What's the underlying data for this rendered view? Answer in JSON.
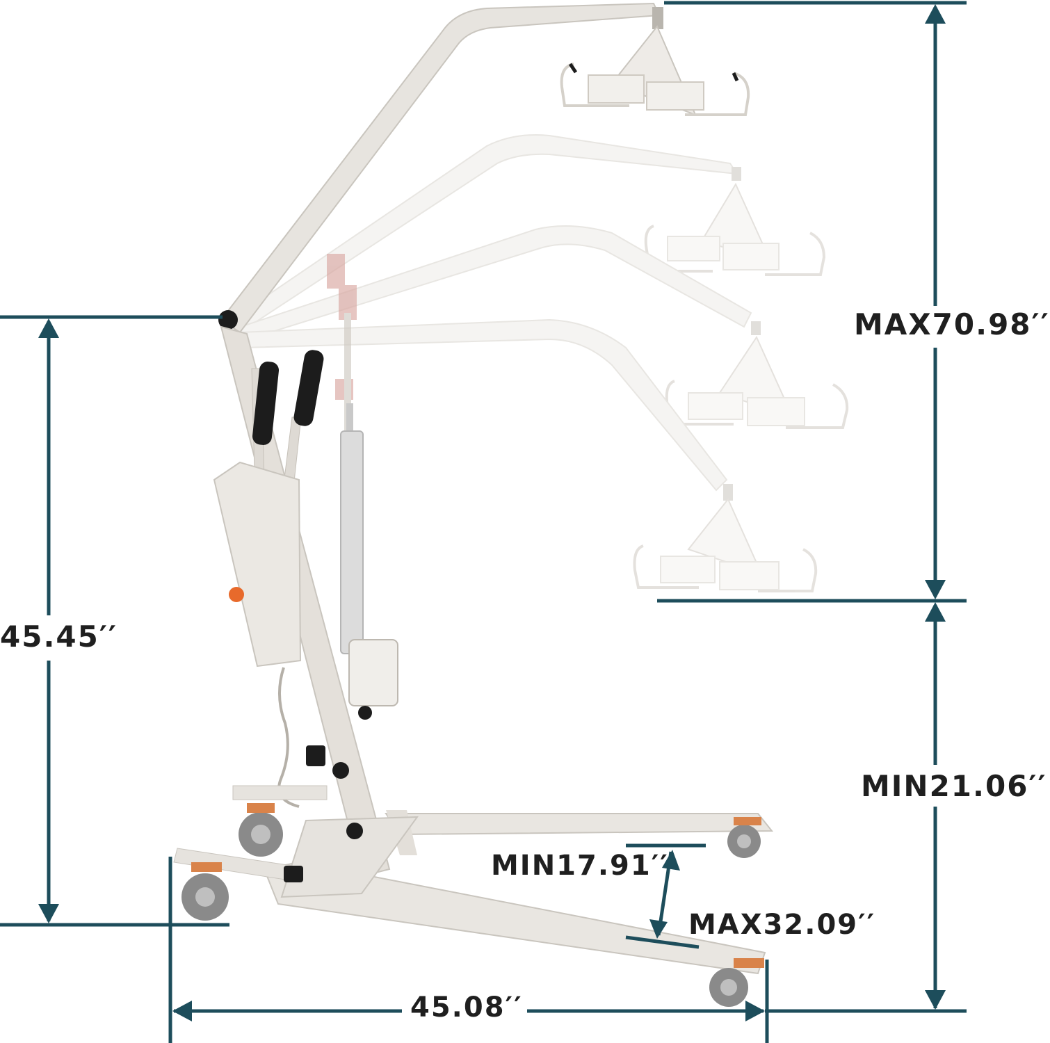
{
  "colors": {
    "dimension_lines": "#1d4d5b",
    "frame": "#e7e4df",
    "frame_shadow": "#c9c5be",
    "handle": "#1c1c1c",
    "wheel": "#8a8a8a",
    "wheel_hub": "#d9834a",
    "background": "#ffffff"
  },
  "dimensions": {
    "max_height": "MAX70.98′′",
    "min_height": "MIN21.06′′",
    "boom_pivot_height": "45.45′′",
    "overall_length": "45.08′′",
    "min_base_width": "MIN17.91′′",
    "max_base_width": "MAX32.09′′"
  }
}
